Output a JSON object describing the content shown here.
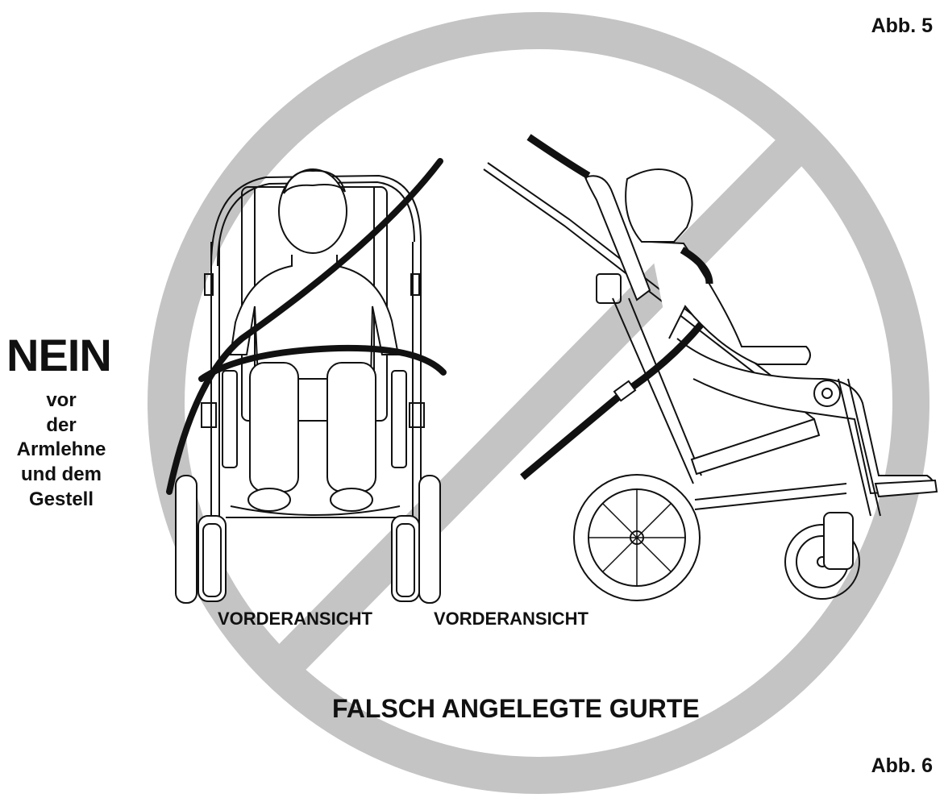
{
  "figure_labels": {
    "top": "Abb. 5",
    "bottom": "Abb. 6"
  },
  "warning": {
    "heading": "NEIN",
    "lines": [
      "vor",
      "der",
      "Armlehne",
      "und dem",
      "Gestell"
    ]
  },
  "view_labels": [
    "VORDERANSICHT",
    "VORDERANSICHT"
  ],
  "caption": "FALSCH ANGELEGTE GURTE",
  "prohibition_sign": {
    "color": "#c4c4c4"
  },
  "strap_color": "#111111"
}
